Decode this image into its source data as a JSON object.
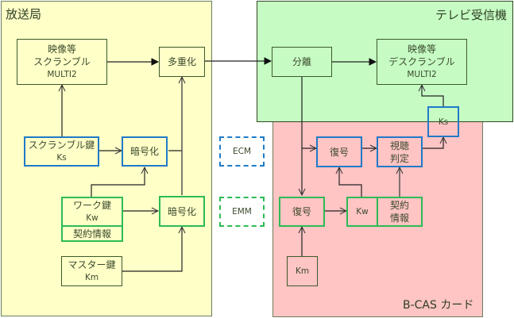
{
  "regions": {
    "broadcaster": {
      "label": "放送局",
      "color": "#ffffc8"
    },
    "tv_receiver": {
      "label": "テレビ受信機",
      "color": "#c6fcc4"
    },
    "bcas_card": {
      "label": "B-CAS カード",
      "color": "#ffc4c4"
    }
  },
  "broadcaster": {
    "scramble": {
      "line1": "映像等",
      "line2": "スクランブル",
      "line3": "MULTI2"
    },
    "mux": {
      "label": "多重化"
    },
    "scramble_key": {
      "line1": "スクランブル鍵",
      "line2": "Ks"
    },
    "encrypt1": {
      "label": "暗号化"
    },
    "work_key": {
      "line1": "ワーク鍵",
      "line2": "Kw",
      "contract": "契約情報"
    },
    "encrypt2": {
      "label": "暗号化"
    },
    "master_key": {
      "line1": "マスター鍵",
      "line2": "Km"
    }
  },
  "legend": {
    "ecm": "ECM",
    "emm": "EMM"
  },
  "receiver": {
    "demux": {
      "label": "分離"
    },
    "descramble": {
      "line1": "映像等",
      "line2": "デスクランブル",
      "line3": "MULTI2"
    },
    "ks": {
      "label": "Ks"
    }
  },
  "card": {
    "decrypt1": {
      "label": "復号"
    },
    "judge": {
      "line1": "視聴",
      "line2": "判定"
    },
    "decrypt2": {
      "label": "復号"
    },
    "kw": {
      "label": "Kw"
    },
    "contract": {
      "line1": "契約",
      "line2": "情報"
    },
    "km": {
      "label": "Km"
    }
  }
}
